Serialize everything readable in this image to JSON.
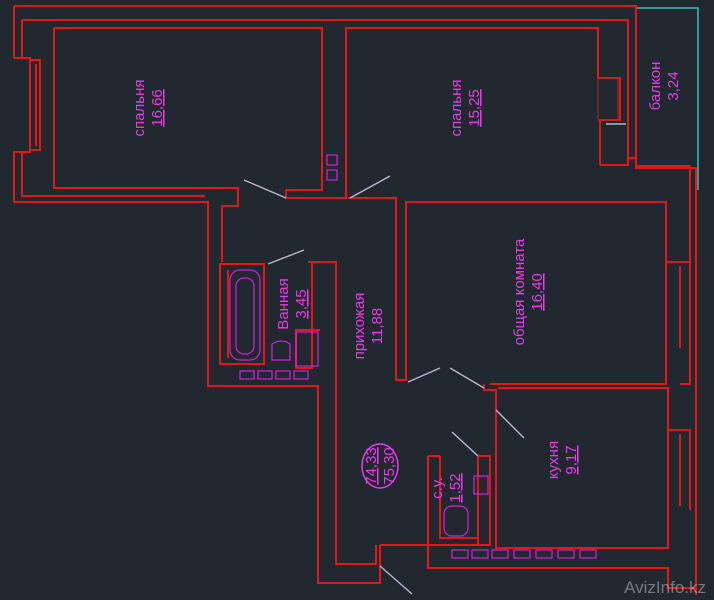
{
  "colors": {
    "background": "#212830",
    "wall": "#e01818",
    "text": "#e83ce8",
    "balcony": "#3fb7bf",
    "fixture": "#d81ed8",
    "door": "#b8b8d0"
  },
  "rooms": [
    {
      "id": "bedroom1",
      "name": "спальня",
      "area": "16,66"
    },
    {
      "id": "bedroom2",
      "name": "спальня",
      "area": "15,25"
    },
    {
      "id": "balcony",
      "name": "балкон",
      "area": "3,24"
    },
    {
      "id": "living",
      "name": "общая комната",
      "area": "16,40"
    },
    {
      "id": "hall",
      "name": "прихожая",
      "area": "11,88"
    },
    {
      "id": "bathroom",
      "name": "Ванная",
      "area": "3,45"
    },
    {
      "id": "wc",
      "name": "с.у.",
      "area": "1,52"
    },
    {
      "id": "kitchen",
      "name": "кухня",
      "area": "9,17"
    }
  ],
  "total": {
    "living_area": "74,33",
    "total_area": "75,30"
  },
  "watermark": "AvizInfo.kz"
}
